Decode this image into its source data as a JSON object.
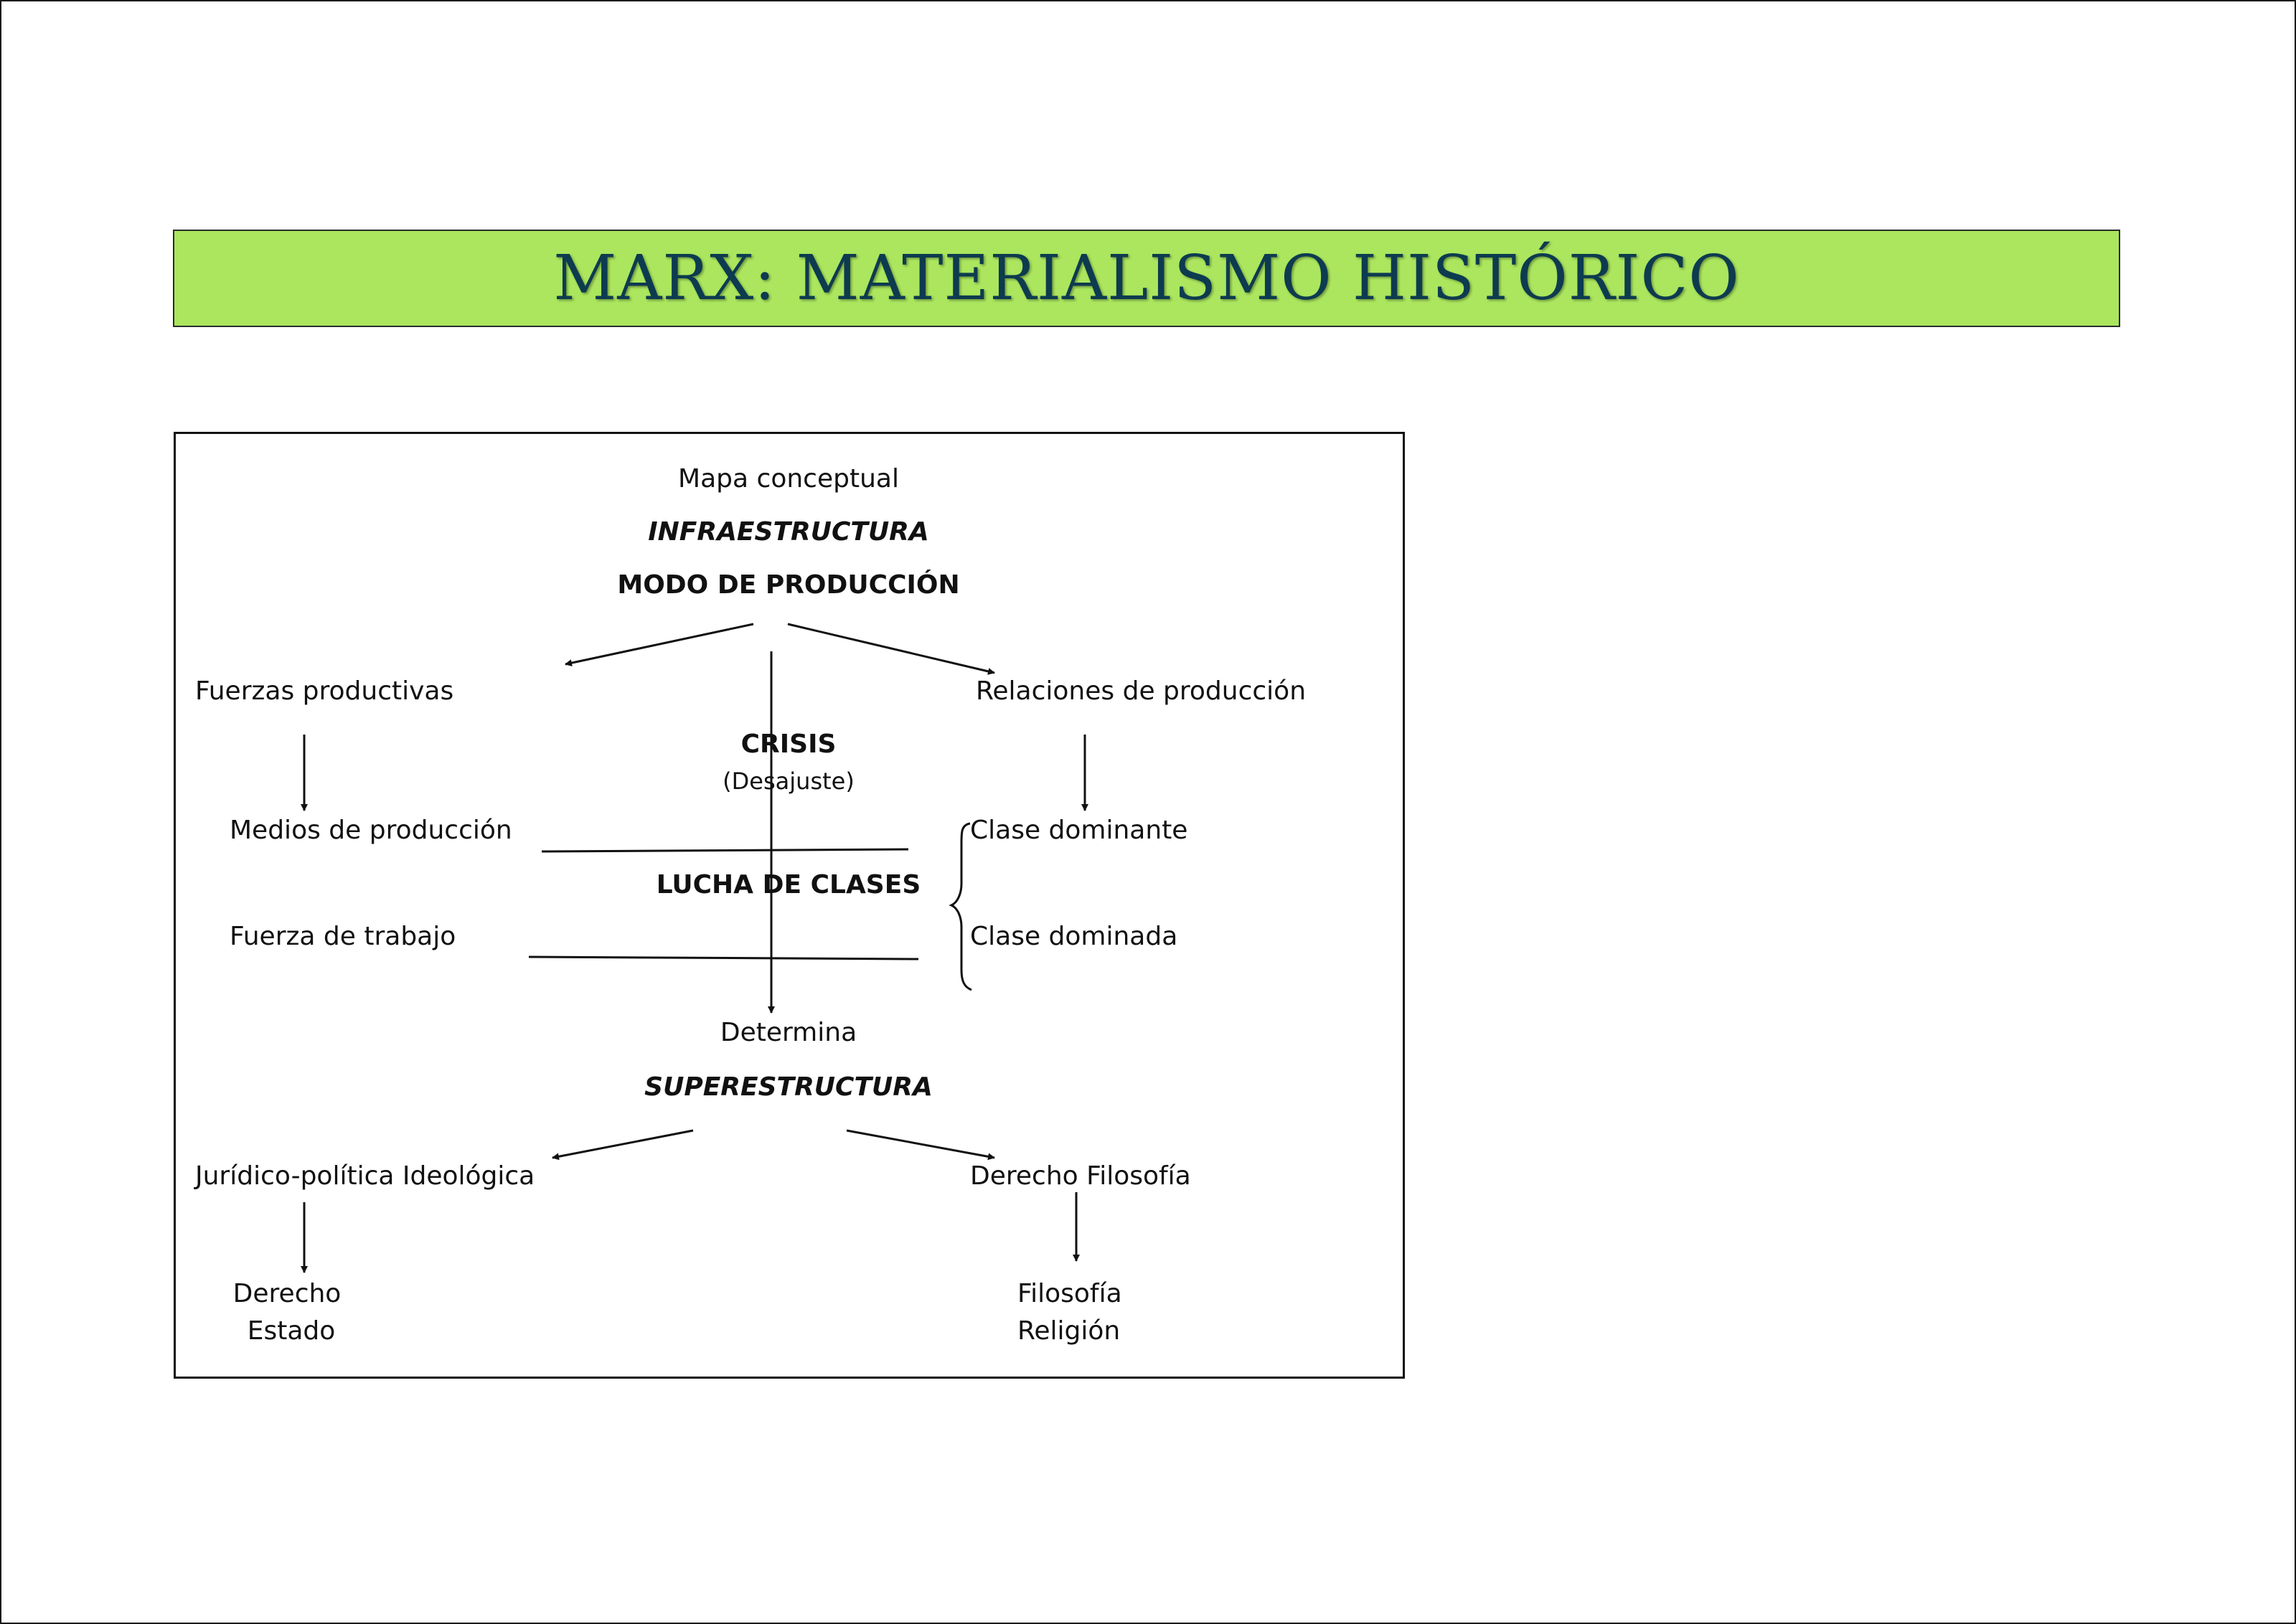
{
  "title": "MARX: MATERIALISMO HISTÓRICO",
  "colors": {
    "banner_background": "#abe65e",
    "title_text": "#0d3b4f",
    "lines": "#111111"
  },
  "diagram": {
    "caption": "Mapa conceptual",
    "infraestructura": "INFRAESTRUCTURA",
    "modo_produccion": "MODO DE PRODUCCIÓN",
    "fuerzas_productivas": "Fuerzas productivas",
    "relaciones_produccion": "Relaciones de producción",
    "crisis": "CRISIS",
    "desajuste": "(Desajuste)",
    "medios_produccion": "Medios de producción",
    "clase_dominante": "Clase dominante",
    "lucha_clases": "LUCHA DE CLASES",
    "fuerza_trabajo": "Fuerza de trabajo",
    "clase_dominada": "Clase dominada",
    "determina": "Determina",
    "superestructura": "SUPERESTRUCTURA",
    "juridico_politica": "Jurídico-política Ideológica",
    "derecho_filosofia": "Derecho Filosofía",
    "left_leaf": [
      "Derecho",
      "Estado"
    ],
    "right_leaf": [
      "Filosofía",
      "Religión"
    ]
  }
}
